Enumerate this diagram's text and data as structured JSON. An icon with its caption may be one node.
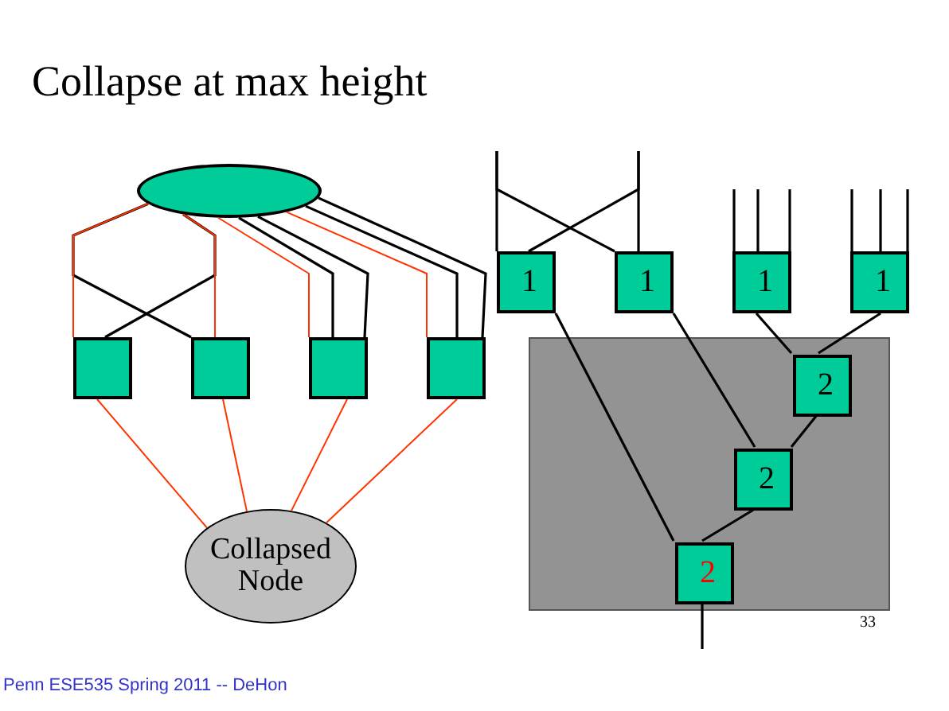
{
  "diagram": {
    "title": "Collapse at max height",
    "nodes": [
      {
        "text": [],
        "shape": "ellipse"
      },
      {
        "text": [],
        "shape": "box"
      },
      {
        "text": [],
        "shape": "box"
      },
      {
        "text": [],
        "shape": "box"
      },
      {
        "text": [],
        "shape": "box"
      },
      {
        "text": [
          "Collapsed Node"
        ]
      },
      {
        "text": [
          "1"
        ]
      },
      {
        "text": [
          "1"
        ]
      },
      {
        "text": [
          "1"
        ]
      },
      {
        "text": [
          "1"
        ]
      },
      {
        "text": [],
        "shape": "box"
      },
      {
        "text": [
          "2"
        ],
        "in": 10
      },
      {
        "text": [
          "2"
        ],
        "in": 10
      },
      {
        "text": [
          "2"
        ],
        "in": 10
      }
    ],
    "edges": [
      {
        "from": 0,
        "to": 2,
        "arrow": "none"
      },
      {
        "from": 0,
        "to": 1,
        "arrow": "none"
      },
      {
        "from": 0,
        "to": 1,
        "arrow": "none",
        "color": "#ff3300"
      },
      {
        "from": 0,
        "to": 2,
        "arrow": "none",
        "color": "#ff3300"
      },
      {
        "from": 0,
        "to": 3,
        "arrow": "none",
        "color": "#ff3300"
      },
      {
        "from": 0,
        "to": 3,
        "arrow": "none"
      },
      {
        "from": 0,
        "to": 3,
        "arrow": "none"
      },
      {
        "from": 0,
        "to": 4,
        "arrow": "none",
        "color": "#ff3300"
      },
      {
        "from": 0,
        "to": 4,
        "arrow": "none"
      },
      {
        "from": 0,
        "to": 4,
        "arrow": "none"
      },
      {
        "from": 1,
        "to": 5,
        "arrow": "none",
        "color": "#ff3300"
      },
      {
        "from": 2,
        "to": 5,
        "arrow": "none",
        "color": "#ff3300"
      },
      {
        "from": 3,
        "to": 5,
        "arrow": "none",
        "color": "#ff3300"
      },
      {
        "from": 4,
        "to": 5,
        "arrow": "none",
        "color": "#ff3300"
      },
      {
        "from": null,
        "to": 6,
        "arrow": "none"
      },
      {
        "from": null,
        "to": 7,
        "arrow": "none"
      },
      {
        "from": null,
        "to": 7,
        "arrow": "none"
      },
      {
        "from": null,
        "to": 6,
        "arrow": "none"
      },
      {
        "from": null,
        "to": 8,
        "arrow": "none"
      },
      {
        "from": null,
        "to": 8,
        "arrow": "none"
      },
      {
        "from": null,
        "to": 8,
        "arrow": "none"
      },
      {
        "from": null,
        "to": 9,
        "arrow": "none"
      },
      {
        "from": null,
        "to": 9,
        "arrow": "none"
      },
      {
        "from": null,
        "to": 9,
        "arrow": "none"
      },
      {
        "from": 6,
        "to": 13,
        "arrow": "none"
      },
      {
        "from": 7,
        "to": 12,
        "arrow": "none"
      },
      {
        "from": 8,
        "to": 11,
        "arrow": "none"
      },
      {
        "from": 9,
        "to": 11,
        "arrow": "none"
      },
      {
        "from": 11,
        "to": 12,
        "arrow": "none"
      },
      {
        "from": 12,
        "to": 13,
        "arrow": "none"
      },
      {
        "from": 13,
        "to": null,
        "arrow": "none"
      }
    ],
    "labels": [
      "33",
      "Penn ESE535 Spring 2011 -- DeHon"
    ]
  }
}
